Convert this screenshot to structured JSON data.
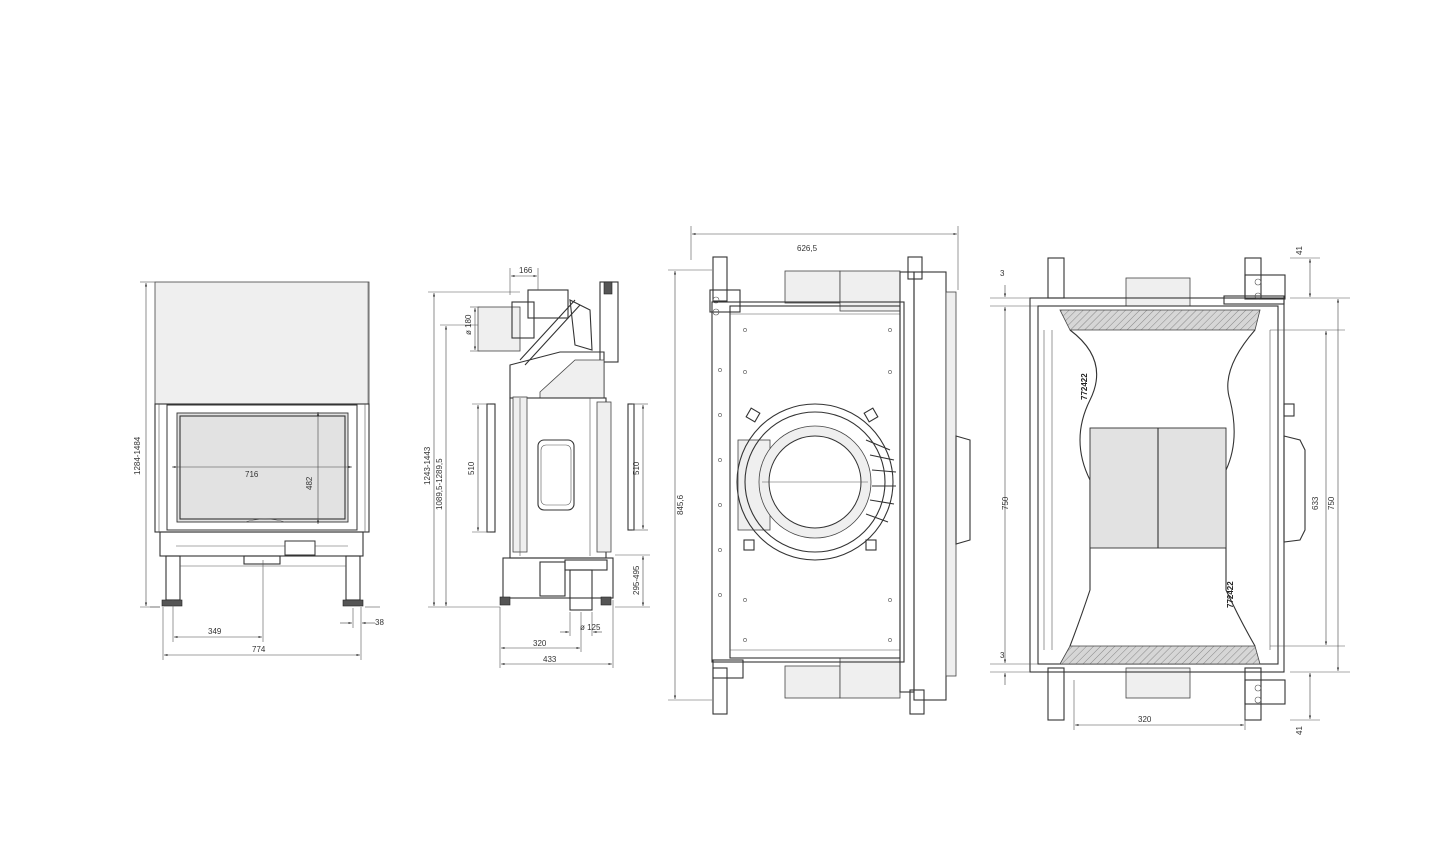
{
  "front_view": {
    "width_inner": "716",
    "height_inner": "482",
    "total_height": "1284-1484",
    "left_offset": "349",
    "total_width": "774",
    "foot_offset": "38"
  },
  "side_view": {
    "top_offset": "166",
    "flue_diameter": "ø 180",
    "height_1": "1243-1443",
    "height_2": "1089,5-1289,5",
    "door_height_left": "510",
    "door_height_right": "510",
    "base_height": "295-495",
    "air_diameter": "ø 125",
    "depth_1": "320",
    "depth_2": "433"
  },
  "top_view": {
    "width": "626,5",
    "depth": "845,6"
  },
  "bottom_view": {
    "top_gap": "3",
    "bottom_gap": "3",
    "height_left": "750",
    "height_right": "750",
    "inner_height": "633",
    "top_offset": "41",
    "bottom_offset": "41",
    "width": "320",
    "part_no_1": "772422",
    "part_no_2": "772422"
  }
}
